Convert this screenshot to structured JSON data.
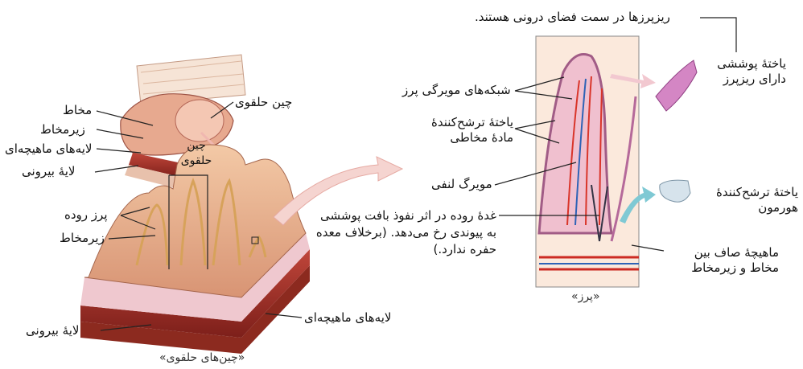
{
  "labels": {
    "top_note": "ریزپرزها در سمت فضای درونی هستند.",
    "epithelial_cell": [
      "یاختهٔ پوششی",
      "دارای ریزپرز"
    ],
    "hormone_cell": [
      "یاختهٔ ترشح‌کنندهٔ",
      "هورمون"
    ],
    "smooth_muscle": [
      "ماهیچهٔ صاف بین",
      "مخاط و زیرمخاط"
    ],
    "circular_fold_top": "چین حلقوی",
    "mucosa": "مخاط",
    "submucosa_top": "زیرمخاط",
    "muscle_layers_top": "لایه‌های ماهیچه‌ای",
    "serosa_top": "لایهٔ بیرونی",
    "fold_inner": [
      "چین",
      "حلقوی"
    ],
    "villus": "پرز روده",
    "submucosa_bottom": "زیرمخاط",
    "serosa_bottom": "لایهٔ بیرونی",
    "muscle_layers_bottom": "لایه‌های ماهیچه‌ای",
    "capillary_network": "شبکه‌های مویرگی پرز",
    "mucus_cell": [
      "یاختهٔ ترشح‌کنندهٔ",
      "مادهٔ مخاطی"
    ],
    "lacteal": "مویرگ لنفی",
    "gland": [
      "غدهٔ روده در اثر نفوذ بافت پوششی",
      "به پیوندی رخ می‌دهد. (برخلاف معده",
      "حفره ندارد.)"
    ]
  },
  "captions": {
    "folds": "«چین‌های حلقوی»",
    "villus": "«پرز»"
  }
}
